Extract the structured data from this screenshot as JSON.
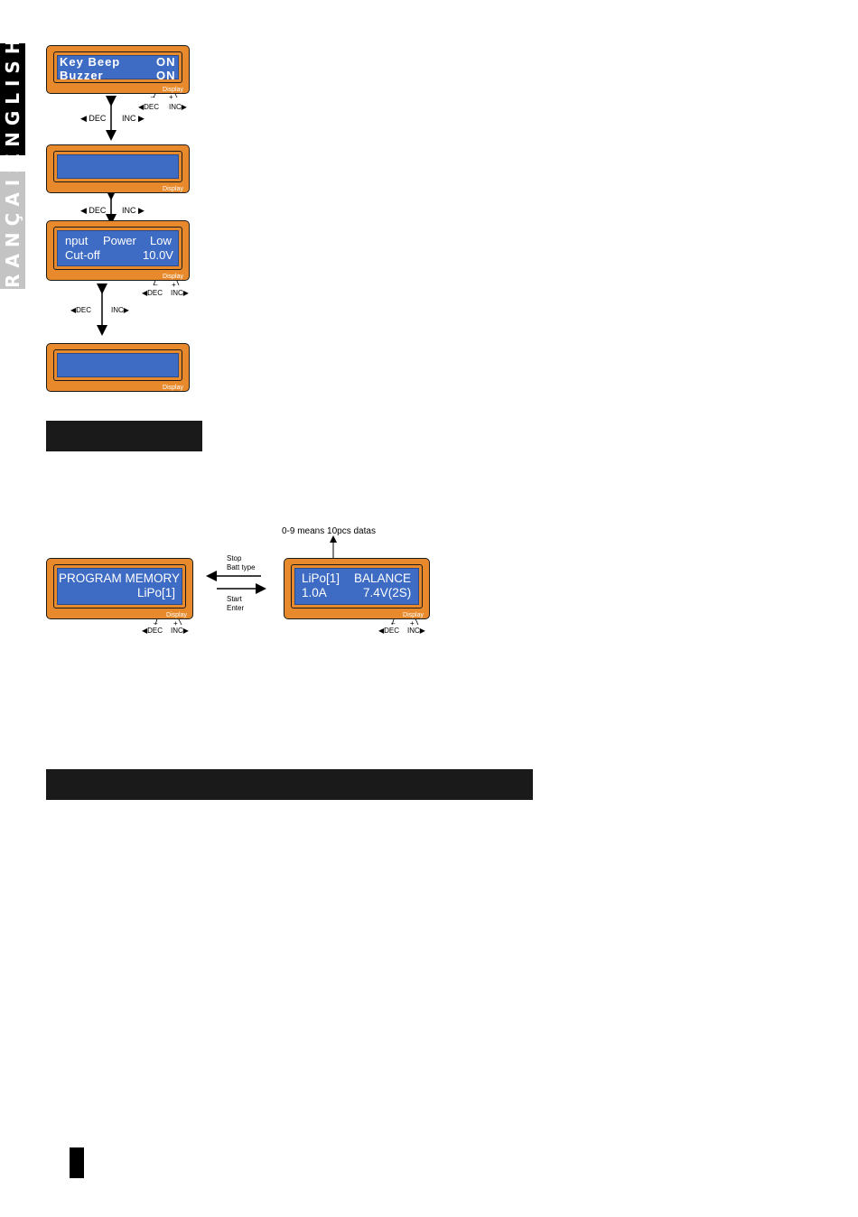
{
  "side_tabs": {
    "english": "ENGLISH",
    "francais": "FRANÇAIS"
  },
  "panel_label": "Display",
  "controls": {
    "dec": "DEC",
    "inc": "INC",
    "minus": "–",
    "plus": "+"
  },
  "panels": {
    "key_beep": {
      "line1_left": "Key Beep",
      "line1_right": "ON",
      "line2_left": "Buzzer",
      "line2_right": "ON"
    },
    "input_power": {
      "line1_a": "nput",
      "line1_b": "Power",
      "line1_c": "Low",
      "line2_left": "Cut-off",
      "line2_right": "10.0V"
    },
    "program_memory": {
      "line1": "PROGRAM MEMORY",
      "line2": "LiPo[1]"
    },
    "lipo_balance": {
      "line1_left": "LiPo[1]",
      "line1_right": "BALANCE",
      "line2_left": "1.0A",
      "line2_right": "7.4V(2S)"
    }
  },
  "annotations": {
    "datas_note": "0-9 means 10pcs datas",
    "stop": "Stop",
    "batt_type": "Batt type",
    "start": "Start",
    "enter": "Enter"
  },
  "colors": {
    "lcd_frame": "#e88a2c",
    "lcd_screen": "#3e6cc4",
    "section_bar": "#1a1a1a"
  }
}
